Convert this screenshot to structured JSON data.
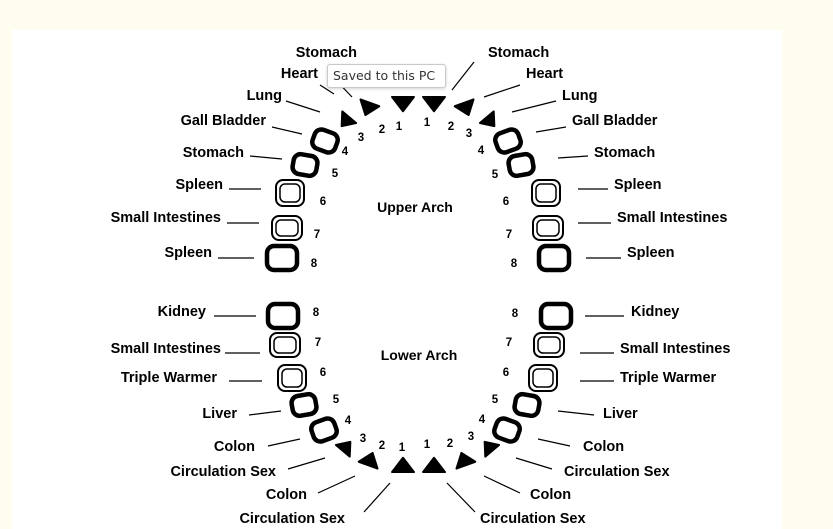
{
  "tooltip": {
    "text": "Saved to this PC"
  },
  "arches": {
    "upper": "Upper Arch",
    "lower": "Lower Arch"
  },
  "upper_left": [
    "Stomach",
    "Heart",
    "Lung",
    "Gall Bladder",
    "Stomach",
    "Spleen",
    "Small Intestines",
    "Spleen"
  ],
  "upper_right": [
    "Stomach",
    "Heart",
    "Lung",
    "Gall Bladder",
    "Stomach",
    "Spleen",
    "Small Intestines",
    "Spleen"
  ],
  "lower_left": [
    "Kidney",
    "Small Intestines",
    "Triple Warmer",
    "Liver",
    "Colon",
    "Circulation Sex",
    "Colon",
    "Circulation Sex"
  ],
  "lower_right": [
    "Kidney",
    "Small Intestines",
    "Triple Warmer",
    "Liver",
    "Colon",
    "Circulation Sex",
    "Colon",
    "Circulation Sex"
  ],
  "tooth_numbers": [
    "1",
    "2",
    "3",
    "4",
    "5",
    "6",
    "7",
    "8"
  ]
}
